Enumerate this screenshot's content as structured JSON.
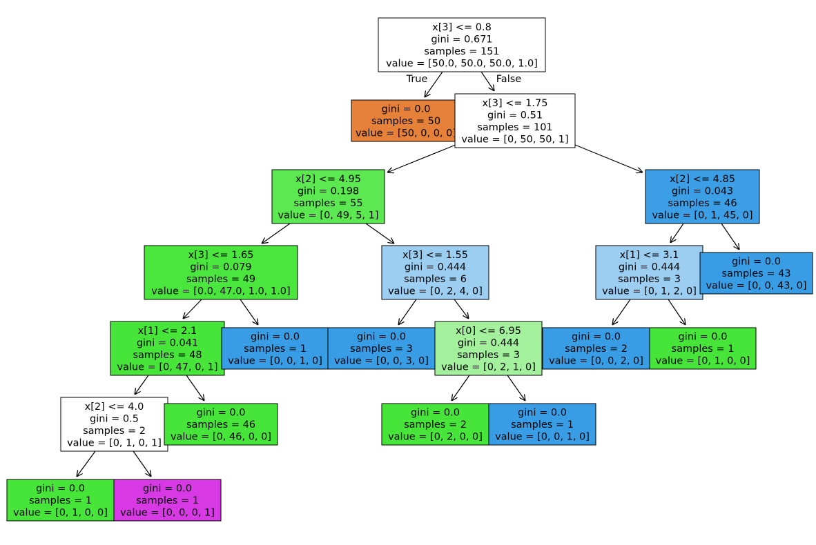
{
  "colors": {
    "orange": "#e58139",
    "green_strong": "#47e539",
    "green_mid": "#4be63d",
    "green_bright": "#5ce850",
    "green_light": "#a3f19c",
    "blue": "#399de5",
    "blue_mid": "#3c9fe5",
    "blue_light": "#9ccef2",
    "magenta": "#d739e5",
    "white": "#ffffff"
  },
  "edge_labels": {
    "true": "True",
    "false": "False"
  },
  "nodes": [
    {
      "id": "n0",
      "fill": "white",
      "lines": [
        "x[3] <= 0.8",
        "gini = 0.671",
        "samples = 151",
        "value = [50.0, 50.0, 50.0, 1.0]"
      ]
    },
    {
      "id": "n1",
      "fill": "orange",
      "lines": [
        "gini = 0.0",
        "samples = 50",
        "value = [50, 0, 0, 0]"
      ]
    },
    {
      "id": "n2",
      "fill": "white",
      "lines": [
        "x[3] <= 1.75",
        "gini = 0.51",
        "samples = 101",
        "value = [0, 50, 50, 1]"
      ]
    },
    {
      "id": "n3",
      "fill": "green_bright",
      "lines": [
        "x[2] <= 4.95",
        "gini = 0.198",
        "samples = 55",
        "value = [0, 49, 5, 1]"
      ]
    },
    {
      "id": "n4",
      "fill": "green_mid",
      "lines": [
        "x[3] <= 1.65",
        "gini = 0.079",
        "samples = 49",
        "value = [0.0, 47.0, 1.0, 1.0]"
      ]
    },
    {
      "id": "n5",
      "fill": "green_strong",
      "lines": [
        "x[1] <= 2.1",
        "gini = 0.041",
        "samples = 48",
        "value = [0, 47, 0, 1]"
      ]
    },
    {
      "id": "n6",
      "fill": "white",
      "lines": [
        "x[2] <= 4.0",
        "gini = 0.5",
        "samples = 2",
        "value = [0, 1, 0, 1]"
      ]
    },
    {
      "id": "n7",
      "fill": "green_strong",
      "lines": [
        "gini = 0.0",
        "samples = 1",
        "value = [0, 1, 0, 0]"
      ]
    },
    {
      "id": "n8",
      "fill": "magenta",
      "lines": [
        "gini = 0.0",
        "samples = 1",
        "value = [0, 0, 0, 1]"
      ]
    },
    {
      "id": "n9",
      "fill": "green_strong",
      "lines": [
        "gini = 0.0",
        "samples = 46",
        "value = [0, 46, 0, 0]"
      ]
    },
    {
      "id": "n10",
      "fill": "blue",
      "lines": [
        "gini = 0.0",
        "samples = 1",
        "value = [0, 0, 1, 0]"
      ]
    },
    {
      "id": "n11",
      "fill": "blue_light",
      "lines": [
        "x[3] <= 1.55",
        "gini = 0.444",
        "samples = 6",
        "value = [0, 2, 4, 0]"
      ]
    },
    {
      "id": "n12",
      "fill": "blue",
      "lines": [
        "gini = 0.0",
        "samples = 3",
        "value = [0, 0, 3, 0]"
      ]
    },
    {
      "id": "n13",
      "fill": "green_light",
      "lines": [
        "x[0] <= 6.95",
        "gini = 0.444",
        "samples = 3",
        "value = [0, 2, 1, 0]"
      ]
    },
    {
      "id": "n14",
      "fill": "green_strong",
      "lines": [
        "gini = 0.0",
        "samples = 2",
        "value = [0, 2, 0, 0]"
      ]
    },
    {
      "id": "n15",
      "fill": "blue",
      "lines": [
        "gini = 0.0",
        "samples = 1",
        "value = [0, 0, 1, 0]"
      ]
    },
    {
      "id": "n16",
      "fill": "blue_mid",
      "lines": [
        "x[2] <= 4.85",
        "gini = 0.043",
        "samples = 46",
        "value = [0, 1, 45, 0]"
      ]
    },
    {
      "id": "n17",
      "fill": "blue_light",
      "lines": [
        "x[1] <= 3.1",
        "gini = 0.444",
        "samples = 3",
        "value = [0, 1, 2, 0]"
      ]
    },
    {
      "id": "n18",
      "fill": "blue",
      "lines": [
        "gini = 0.0",
        "samples = 2",
        "value = [0, 0, 2, 0]"
      ]
    },
    {
      "id": "n19",
      "fill": "green_strong",
      "lines": [
        "gini = 0.0",
        "samples = 1",
        "value = [0, 1, 0, 0]"
      ]
    },
    {
      "id": "n20",
      "fill": "blue",
      "lines": [
        "gini = 0.0",
        "samples = 43",
        "value = [0, 0, 43, 0]"
      ]
    }
  ],
  "edges": [
    [
      "n0",
      "n1"
    ],
    [
      "n0",
      "n2"
    ],
    [
      "n2",
      "n3"
    ],
    [
      "n2",
      "n16"
    ],
    [
      "n3",
      "n4"
    ],
    [
      "n3",
      "n11"
    ],
    [
      "n4",
      "n5"
    ],
    [
      "n4",
      "n10"
    ],
    [
      "n5",
      "n6"
    ],
    [
      "n5",
      "n9"
    ],
    [
      "n6",
      "n7"
    ],
    [
      "n6",
      "n8"
    ],
    [
      "n11",
      "n12"
    ],
    [
      "n11",
      "n13"
    ],
    [
      "n13",
      "n14"
    ],
    [
      "n13",
      "n15"
    ],
    [
      "n16",
      "n17"
    ],
    [
      "n16",
      "n20"
    ],
    [
      "n17",
      "n18"
    ],
    [
      "n17",
      "n19"
    ]
  ]
}
